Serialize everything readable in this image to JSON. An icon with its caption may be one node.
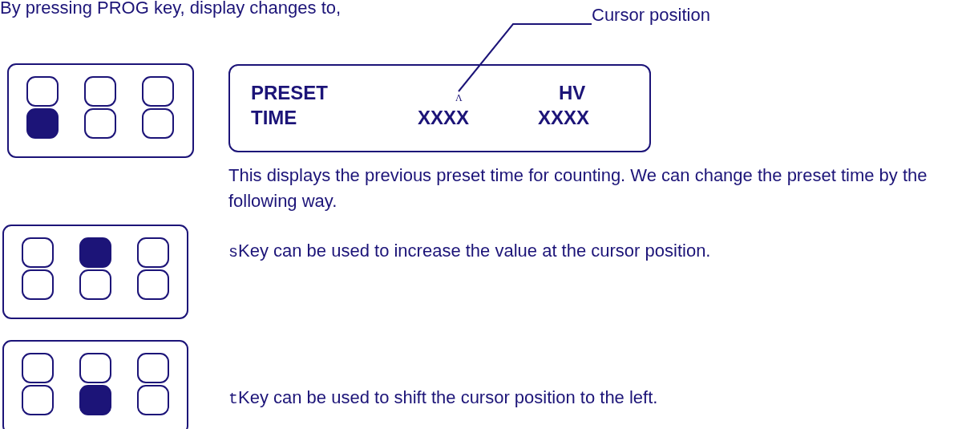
{
  "diagram": {
    "nodes": [
      {
        "text": [
          "Cursor position"
        ]
      },
      {
        "text": [
          "PRESET",
          "TIME",
          "XXXX",
          "HV",
          "XXXX"
        ]
      },
      {
        "text": [
          "Λ"
        ],
        "in": 1
      }
    ],
    "edges": [
      {
        "from": 0,
        "to": 2,
        "arrow": "none"
      }
    ],
    "labels": [
      "By pressing PROG key, display changes to,",
      "This displays the previous preset time for counting. We can change the preset time by the following way.",
      "s",
      "Key can be used to increase the value at the cursor position.",
      "t",
      "Key can be used to shift the cursor position to the left."
    ]
  }
}
